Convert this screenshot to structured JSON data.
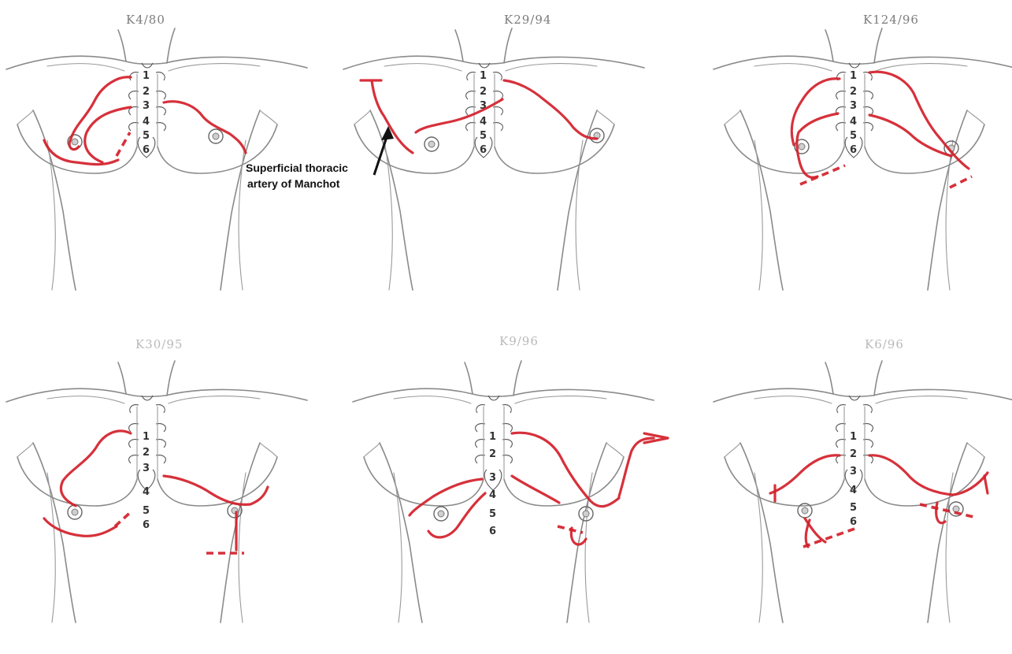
{
  "figure": {
    "panels": [
      {
        "case_label": "K4/80",
        "faint": false
      },
      {
        "case_label": "K29/94",
        "faint": false
      },
      {
        "case_label": "K124/96",
        "faint": false
      },
      {
        "case_label": "K30/95",
        "faint": true
      },
      {
        "case_label": "K9/96",
        "faint": true
      },
      {
        "case_label": "K6/96",
        "faint": true
      }
    ],
    "rib_numbers": [
      "1",
      "2",
      "3",
      "4",
      "5",
      "6"
    ],
    "annotation": {
      "line1": "Superficial thoracic",
      "line2": "artery of Manchot"
    },
    "colors": {
      "vessel": "#d21f2a",
      "outline": "#8a8a8a",
      "background": "#ffffff"
    }
  }
}
